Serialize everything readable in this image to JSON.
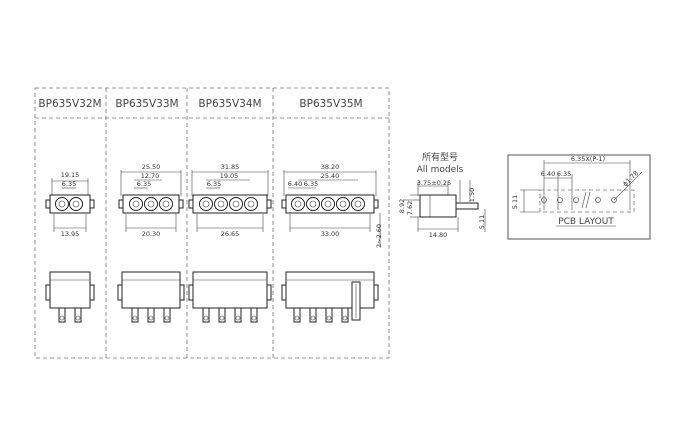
{
  "models": [
    {
      "name": "BP635V32M",
      "dims": {
        "overall": "19.15",
        "pitch1": "6.35",
        "bottom": "13.95"
      },
      "pins": 2
    },
    {
      "name": "BP635V33M",
      "dims": {
        "overall": "25.50",
        "span": "12.70",
        "pitch1": "6.35",
        "bottom": "20.30"
      },
      "pins": 3
    },
    {
      "name": "BP635V34M",
      "dims": {
        "overall": "31.85",
        "span": "19.05",
        "pitch1": "6.35",
        "bottom": "26.65"
      },
      "pins": 4
    },
    {
      "name": "BP635V35M",
      "dims": {
        "overall": "38.20",
        "span": "25.40",
        "pitch1": "6.40",
        "pitch2": "6.35",
        "bottom": "33.00",
        "side": "2~2.60"
      },
      "pins": 5
    }
  ],
  "all_models": {
    "title_cn": "所有型号",
    "title_en": "All models",
    "dim_width": "3.75±0.25",
    "dim_pin": "1.50",
    "dim_h1": "8.92",
    "dim_h2": "7.62",
    "dim_bottom": "14.80",
    "dim_right": "5.11"
  },
  "pcb_layout": {
    "label": "PCB LAYOUT",
    "dim_pitch": "6.35X(P-1)",
    "dim_first": "6.40",
    "dim_second": "6.35",
    "dim_hole": "ϕ1.78",
    "dim_left": "5.11"
  }
}
